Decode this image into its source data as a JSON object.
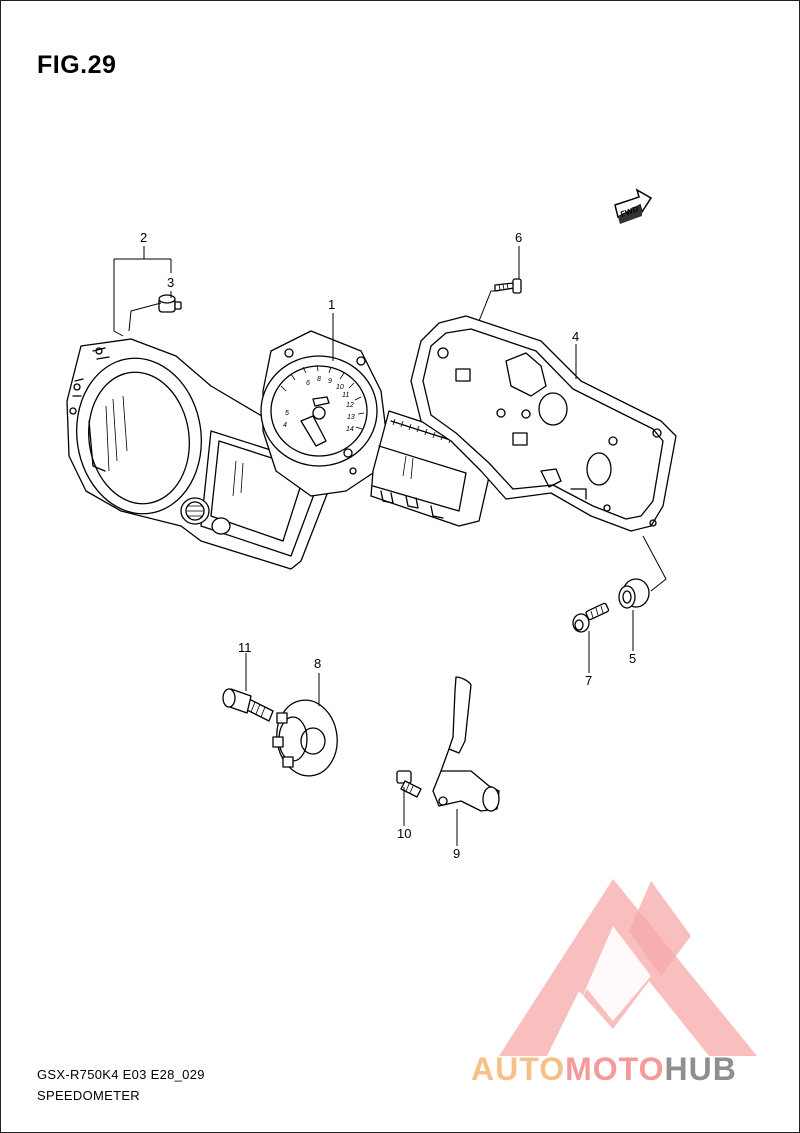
{
  "figure": {
    "title": "FIG.29"
  },
  "direction_label": "FWD",
  "callouts": [
    {
      "id": "part-1",
      "label": "1"
    },
    {
      "id": "part-2",
      "label": "2"
    },
    {
      "id": "part-3",
      "label": "3"
    },
    {
      "id": "part-4",
      "label": "4"
    },
    {
      "id": "part-5",
      "label": "5"
    },
    {
      "id": "part-6",
      "label": "6"
    },
    {
      "id": "part-7",
      "label": "7"
    },
    {
      "id": "part-8",
      "label": "8"
    },
    {
      "id": "part-9",
      "label": "9"
    },
    {
      "id": "part-10",
      "label": "10"
    },
    {
      "id": "part-11",
      "label": "11"
    }
  ],
  "dial_numbers": [
    "6",
    "8",
    "9",
    "10",
    "11",
    "12",
    "13",
    "14",
    "5",
    "4"
  ],
  "footer": {
    "code": "GSX-R750K4 E03 E28_029",
    "name": "SPEEDOMETER"
  },
  "watermark": {
    "part_a": "AUTO",
    "part_b": "MOTO",
    "part_c": "HUB",
    "colors": {
      "a": "#f7c089",
      "b": "#f59a9a",
      "c": "#8f8f8f",
      "logo": "#f59a9a"
    }
  }
}
